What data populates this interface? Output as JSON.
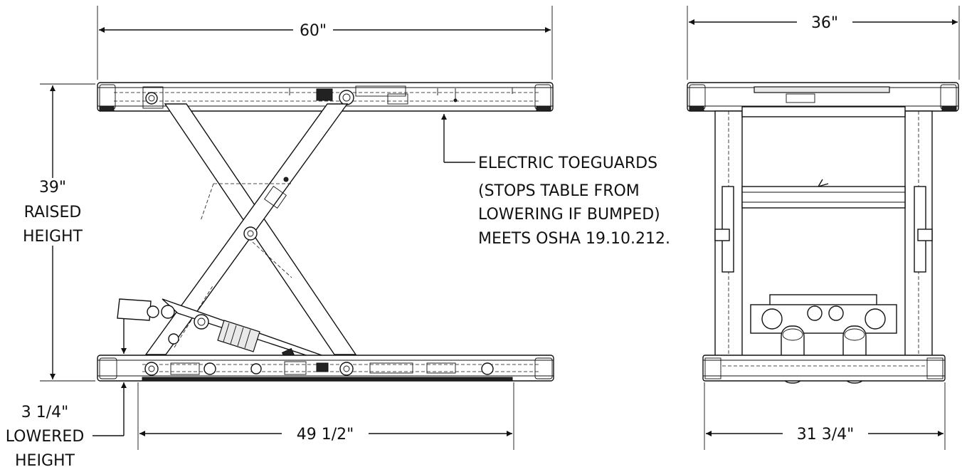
{
  "dimensions": {
    "platform_length": "60\"",
    "platform_width": "36\"",
    "base_length": "49 1/2\"",
    "base_width": "31 3/4\"",
    "raised_height": {
      "value": "39\"",
      "line1": "RAISED",
      "line2": "HEIGHT"
    },
    "lowered_height": {
      "value": "3 1/4\"",
      "line1": "LOWERED",
      "line2": "HEIGHT"
    }
  },
  "callout": {
    "lines": [
      "ELECTRIC TOEGUARDS",
      "(STOPS TABLE FROM",
      "LOWERING IF BUMPED)",
      "MEETS OSHA 19.10.212."
    ]
  }
}
